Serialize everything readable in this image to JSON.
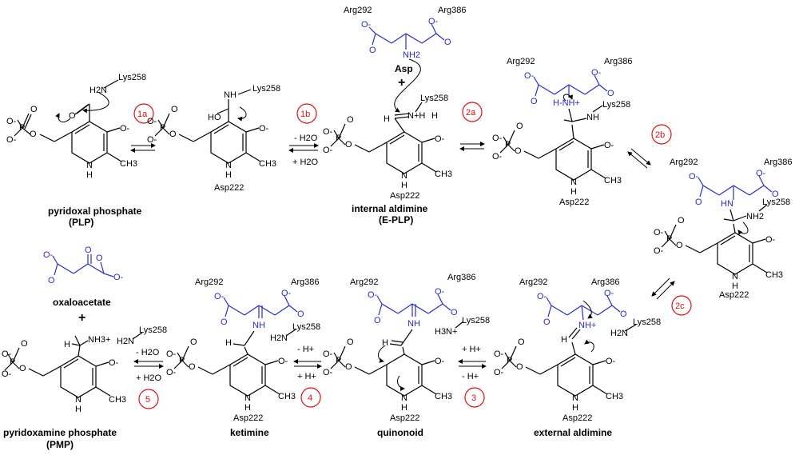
{
  "compounds": {
    "plp_name": "pyridoxal phosphate",
    "plp_abbr": "(PLP)",
    "internal_name": "internal aldimine",
    "internal_abbr": "(E-PLP)",
    "pmp_name": "pyridoxamine phosphate",
    "pmp_abbr": "(PMP)",
    "ketimine": "ketimine",
    "quinonoid": "quinonoid",
    "external": "external aldimine",
    "oxaloacetate": "oxaloacetate",
    "asp": "Asp"
  },
  "residues": {
    "lys": "Lys258",
    "asp222": "Asp222",
    "arg292": "Arg292",
    "arg386": "Arg386"
  },
  "steps": [
    "1a",
    "1b",
    "2a",
    "2b",
    "2c",
    "3",
    "4",
    "5"
  ],
  "conditions": {
    "minus_water": "- H2O",
    "plus_water": "+ H2O",
    "plus_h": "+ H+",
    "minus_h": "- H+"
  },
  "atoms": {
    "o": "O",
    "o_minus": "O-",
    "p": "P",
    "n": "N",
    "nh": "NH",
    "ho": "HO",
    "h": "H",
    "ch3": "CH3",
    "nh2": "NH2",
    "nh3": "NH3+",
    "h2n": "H2N",
    "h3n": "H3N+",
    "nh_plus": "NH+",
    "hn": "HN",
    "h_n_plus": "H-NH+",
    "hn_plus": "N+H"
  },
  "plus_sign": "+",
  "colors": {
    "substrate": "#2a2ad0",
    "step": "#e01010",
    "ink": "#000000"
  }
}
